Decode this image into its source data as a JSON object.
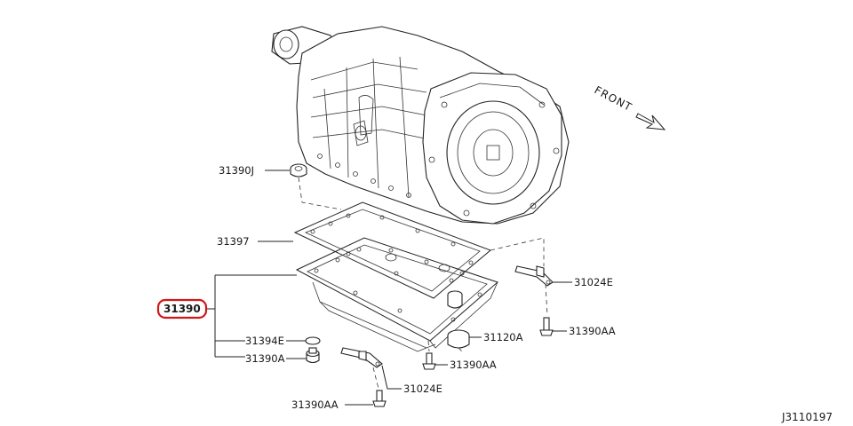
{
  "direction_label": "FRONT",
  "reference_code": "J3110197",
  "highlight_color": "#d01818",
  "parts": {
    "assembly": "31390",
    "plug_top": "31390J",
    "gasket": "31397",
    "bracket_right": "31024E",
    "bolt_right": "31390AA",
    "filter": "31120A",
    "bolt_center": "31390AA",
    "washer": "31394E",
    "drain_plug": "31390A",
    "bracket_bottom": "31024E",
    "bolt_bottom": "31390AA"
  }
}
